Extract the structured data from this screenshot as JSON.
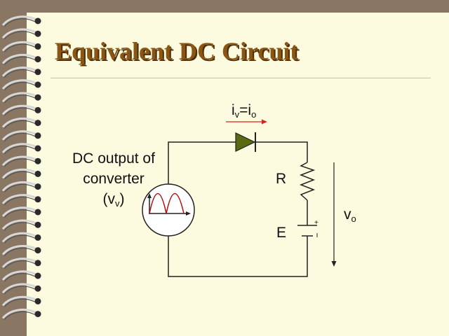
{
  "title": "Equivalent DC Circuit",
  "current_label": {
    "main": "i",
    "sub1": "v",
    "eq": "=i",
    "sub2": "o"
  },
  "source_label": {
    "line1": "DC output of",
    "line2": "converter",
    "line3_open": "(v",
    "line3_sub": "v",
    "line3_close": ")"
  },
  "resistor_label": "R",
  "battery_label": "E",
  "battery_plus": "+",
  "output_label": {
    "main": "v",
    "sub": "o"
  },
  "colors": {
    "background": "#8a7763",
    "page": "#fcfbe0",
    "title": "#8b5513",
    "diode_fill": "#5a6a10",
    "arrow": "#e02020",
    "waveform": "#b01010"
  }
}
